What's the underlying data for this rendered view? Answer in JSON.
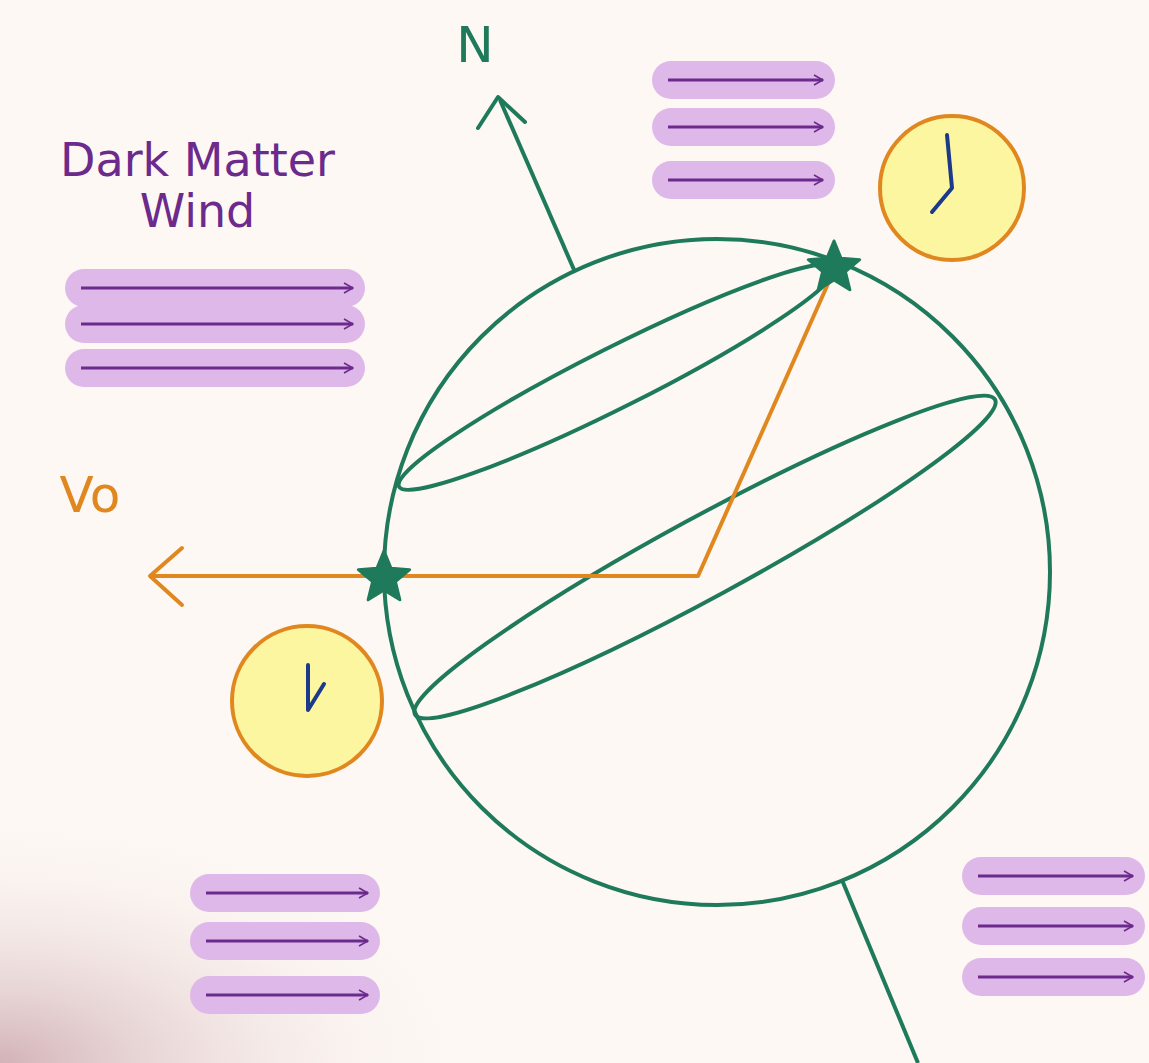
{
  "diagram": {
    "labels": [
      "Dark Matter Wind",
      "N",
      "Vo"
    ]
  }
}
